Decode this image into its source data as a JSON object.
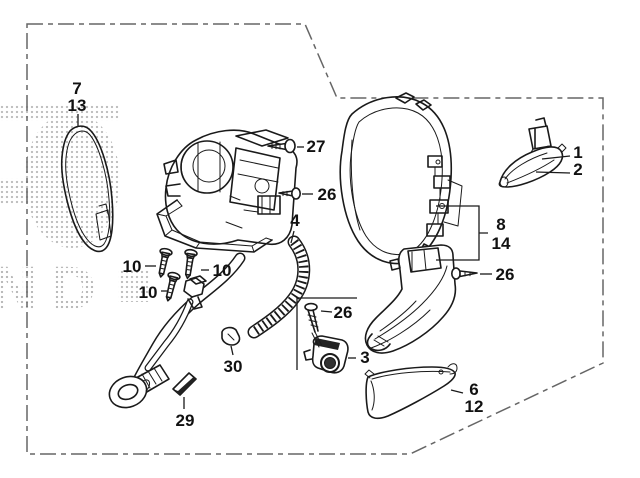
{
  "colors": {
    "line": "#1a1a1a",
    "border": "#666666",
    "watermark_dots": "#b5b5b5"
  },
  "watermark": {
    "letters": "ND"
  },
  "callouts": {
    "mirror_7": "7",
    "mirror_13": "13",
    "screw_27": "27",
    "screw_26_mid": "26",
    "tube_4": "4",
    "lamp_1": "1",
    "lamp_2": "2",
    "housing_8": "8",
    "housing_14": "14",
    "screw_26_right": "26",
    "screw_26_camera": "26",
    "camera_3": "3",
    "bolt_10_left": "10",
    "bolt_10_right": "10",
    "bolt_10_lower": "10",
    "grommet_30": "30",
    "clip_29": "29",
    "cover_6": "6",
    "cover_12": "12"
  }
}
